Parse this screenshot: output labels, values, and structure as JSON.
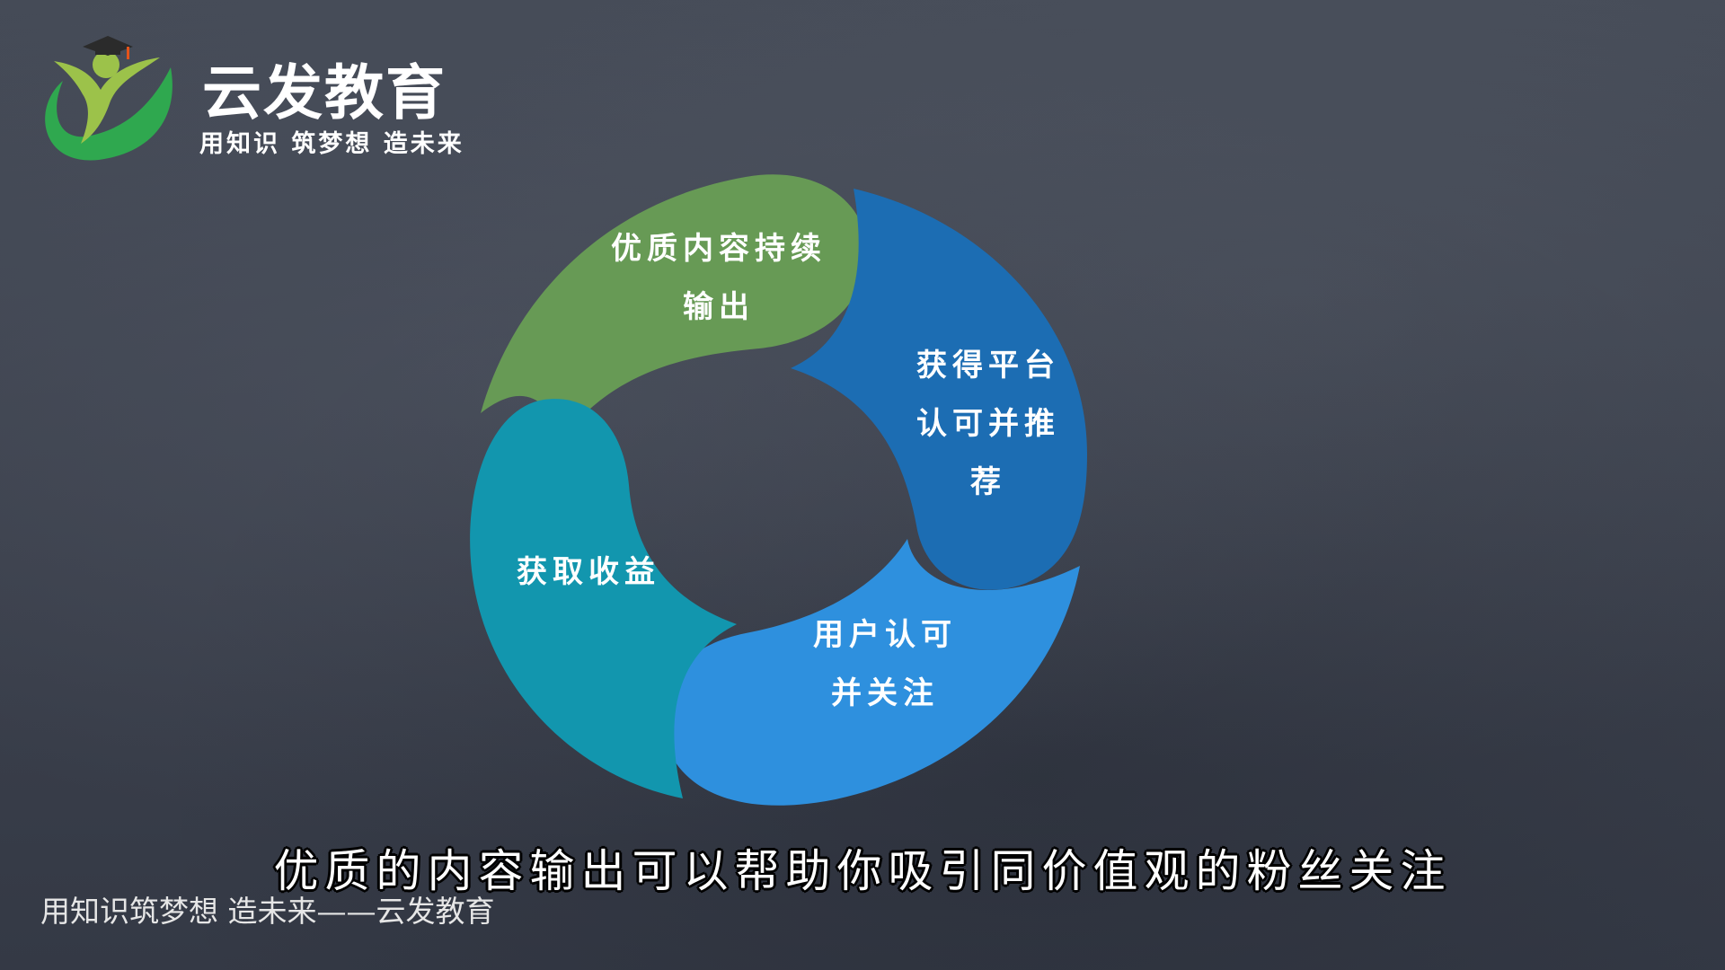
{
  "brand": {
    "name": "云发教育",
    "slogan": "用知识 筑梦想 造未来",
    "icon": "graduate-figure-logo-icon",
    "colors": {
      "leaf_dark": "#2fa84f",
      "leaf_light": "#9cc24a",
      "cap": "#2b2b2b",
      "tassel": "#e5531a"
    }
  },
  "diagram": {
    "type": "cycle",
    "segments": [
      {
        "lines": [
          "优质内容持续",
          "输出"
        ],
        "color": "#679a55"
      },
      {
        "lines": [
          "获得平台",
          "认可并推",
          "荐"
        ],
        "color": "#1c6db3"
      },
      {
        "lines": [
          "用户认可",
          "并关注"
        ],
        "color": "#2e90de"
      },
      {
        "lines": [
          "获取收益"
        ],
        "color": "#1296ae"
      }
    ]
  },
  "subtitle": "优质的内容输出可以帮助你吸引同价值观的粉丝关注",
  "watermark": "用知识筑梦想 造未来——云发教育",
  "background_color": "#3d4350"
}
